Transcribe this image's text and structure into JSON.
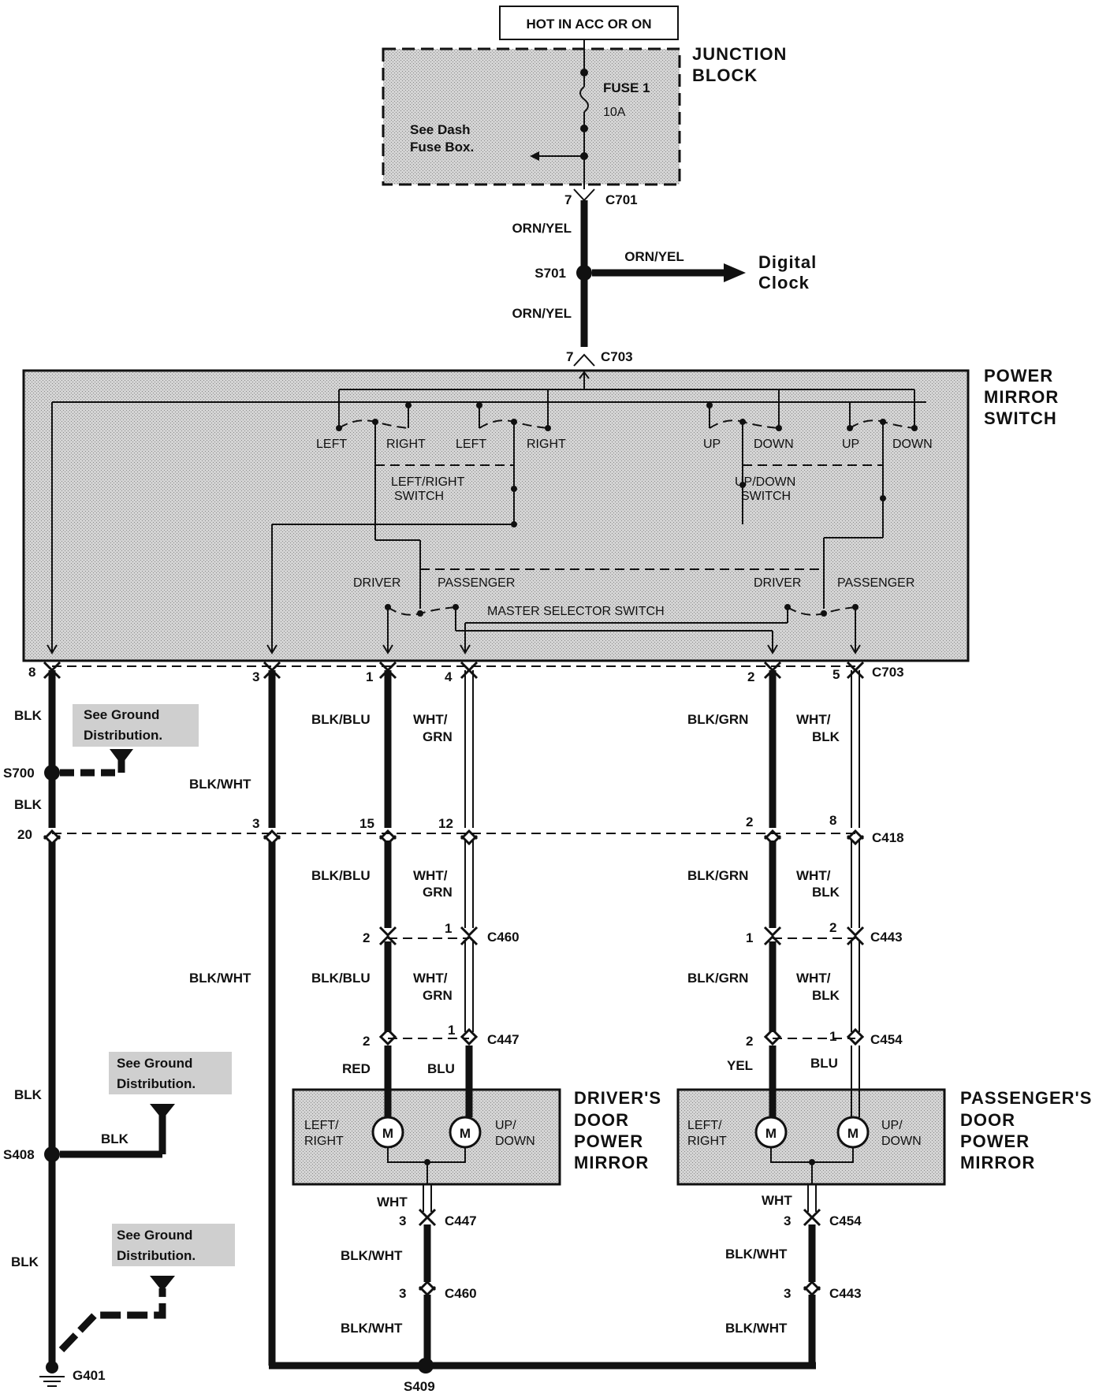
{
  "power_source": "HOT IN ACC OR ON",
  "junction_block": {
    "title": [
      "JUNCTION",
      "BLOCK"
    ],
    "fuse_label": "FUSE 1",
    "fuse_rating": "10A",
    "note": [
      "See Dash",
      "Fuse Box."
    ]
  },
  "feed": {
    "connector_c701": "C701",
    "pin_c701": "7",
    "wire_upper": "ORN/YEL",
    "splice": "S701",
    "branch_wire": "ORN/YEL",
    "branch_dest": [
      "Digital",
      "Clock"
    ],
    "wire_lower": "ORN/YEL",
    "connector_c703": "C703",
    "pin_c703": "7"
  },
  "switch": {
    "title": [
      "POWER",
      "MIRROR",
      "SWITCH"
    ],
    "lr_labels": [
      "LEFT",
      "RIGHT",
      "LEFT",
      "RIGHT"
    ],
    "ud_labels": [
      "UP",
      "DOWN",
      "UP",
      "DOWN"
    ],
    "lr_switch": [
      "LEFT/RIGHT",
      "SWITCH"
    ],
    "ud_switch": [
      "UP/DOWN",
      "SWITCH"
    ],
    "selector_labels": [
      "DRIVER",
      "PASSENGER",
      "DRIVER",
      "PASSENGER"
    ],
    "master_selector": "MASTER SELECTOR SWITCH"
  },
  "c703_pins": {
    "connector": "C703",
    "pins": [
      "8",
      "3",
      "1",
      "4",
      "2",
      "5"
    ]
  },
  "c418": {
    "connector": "C418",
    "pins": [
      "20",
      "3",
      "15",
      "12",
      "2",
      "8"
    ]
  },
  "wires": {
    "blk": "BLK",
    "blk_wht": "BLK/WHT",
    "blk_blu": "BLK/BLU",
    "wht_grn": [
      "WHT/",
      "GRN"
    ],
    "blk_grn": "BLK/GRN",
    "wht_blk": [
      "WHT/",
      "BLK"
    ],
    "red": "RED",
    "blu": "BLU",
    "yel": "YEL",
    "wht": "WHT"
  },
  "ground": {
    "note": [
      "See Ground",
      "Distribution."
    ],
    "s700": "S700",
    "s408": "S408",
    "g401": "G401",
    "s409": "S409"
  },
  "driver_side": {
    "c460": "C460",
    "c460_pins": [
      "2",
      "1"
    ],
    "c447": "C447",
    "c447_pins": [
      "2",
      "1"
    ],
    "mirror_title": [
      "DRIVER'S",
      "DOOR",
      "POWER",
      "MIRROR"
    ],
    "motor_left": [
      "LEFT/",
      "RIGHT"
    ],
    "motor_right": [
      "UP/",
      "DOWN"
    ],
    "motor_symbol": "M",
    "ground_c447": "C447",
    "ground_c447_pin": "3",
    "ground_c460": "C460",
    "ground_c460_pin": "3"
  },
  "passenger_side": {
    "c443": "C443",
    "c443_pins": [
      "1",
      "2"
    ],
    "c454": "C454",
    "c454_pins": [
      "2",
      "1"
    ],
    "mirror_title": [
      "PASSENGER'S",
      "DOOR",
      "POWER",
      "MIRROR"
    ],
    "motor_left": [
      "LEFT/",
      "RIGHT"
    ],
    "motor_right": [
      "UP/",
      "DOWN"
    ],
    "motor_symbol": "M",
    "ground_c454": "C454",
    "ground_c454_pin": "3",
    "ground_c443": "C443",
    "ground_c443_pin": "3"
  }
}
